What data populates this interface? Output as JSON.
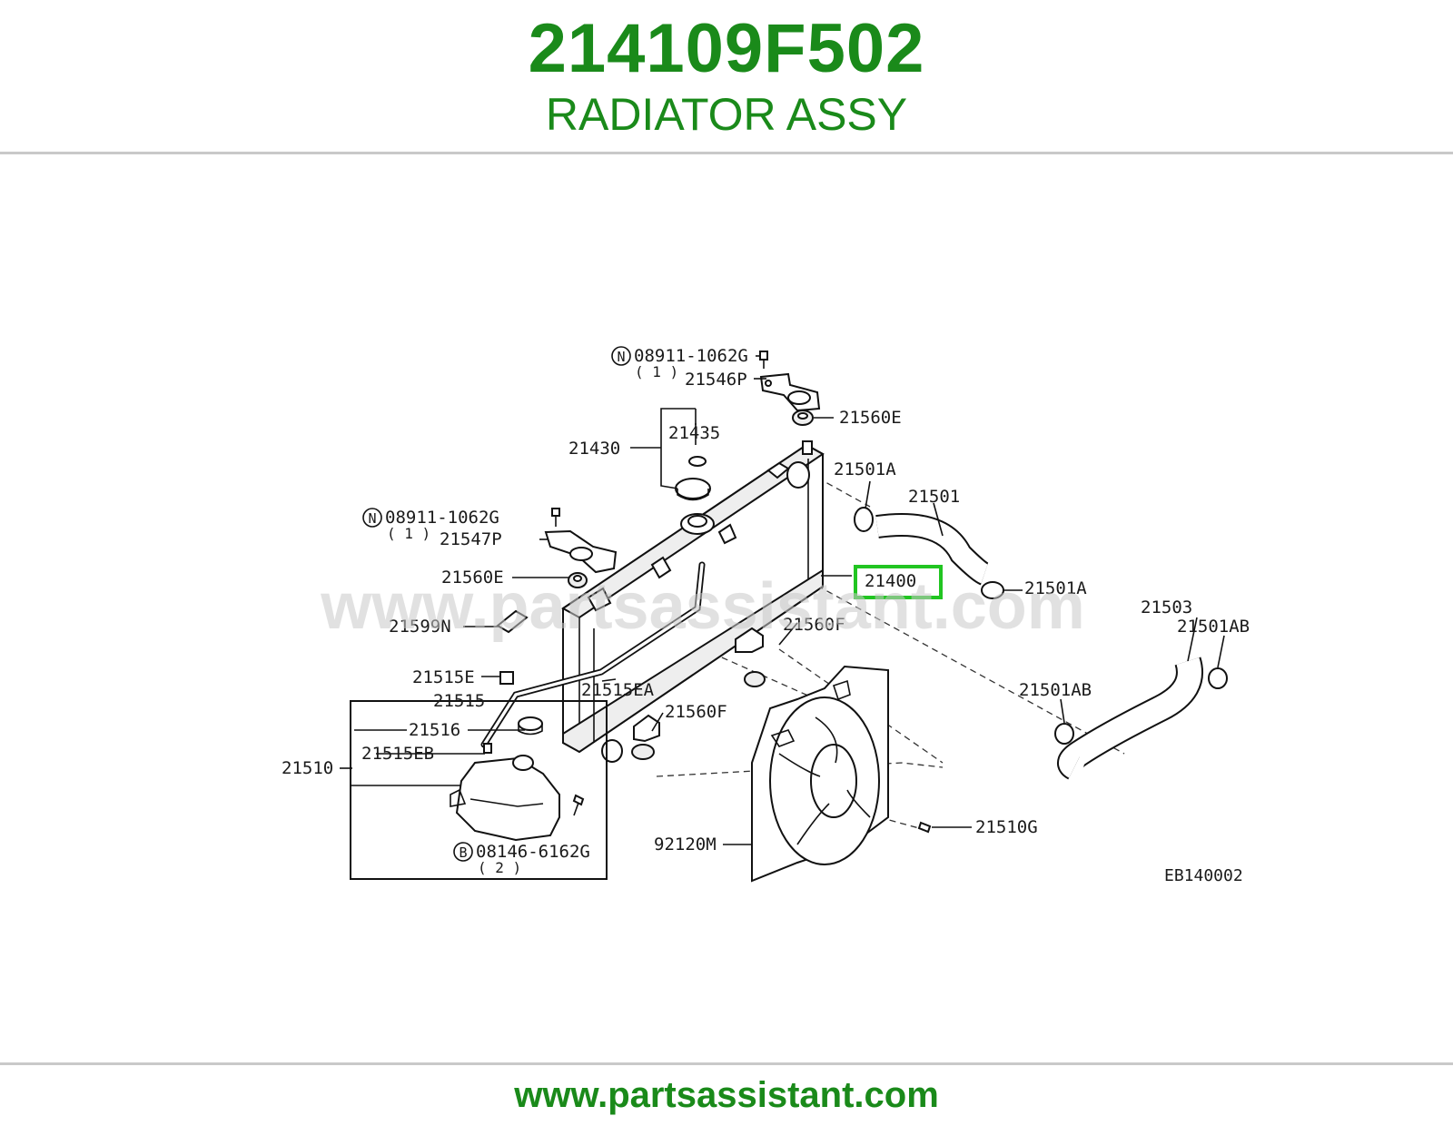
{
  "header": {
    "part_number": "214109F502",
    "part_name": "RADIATOR ASSY"
  },
  "footer": {
    "url": "www.partsassistant.com"
  },
  "colors": {
    "brand_green": "#1a8a1a",
    "highlight": "#21c521",
    "rule_gray": "#c9c9c9"
  },
  "diagram": {
    "watermark": "www.partsassistant.com",
    "ref_code": "EB140002",
    "highlighted_part": "21400",
    "labels": {
      "bolt_top": "08911-1062G",
      "bolt_top_prefix": "N",
      "bolt_top_qty": "( 1 )",
      "bracket_top": "21546P",
      "mount_top": "21560E",
      "cap_assy": "21430",
      "cap": "21435",
      "bolt_left": "08911-1062G",
      "bolt_left_prefix": "N",
      "bolt_left_qty": "( 1 )",
      "bracket_left": "21547P",
      "mount_left": "21560E",
      "seal": "21599N",
      "clip_upper": "21515E",
      "hose_reserve": "21515",
      "reserve_cap": "21516",
      "clip_lower": "21515EB",
      "tank_assy": "21510",
      "bolt_tank": "08146-6162G",
      "bolt_tank_prefix": "B",
      "bolt_tank_qty": "( 2 )",
      "clip_mid": "21515EA",
      "mount_lower_a": "21560F",
      "mount_lower_b": "21560F",
      "radiator": "21400",
      "clamp_upper_a": "21501A",
      "hose_upper": "21501",
      "clamp_upper_b": "21501A",
      "hose_lower": "21503",
      "clamp_lower_a": "21501AB",
      "clamp_lower_b": "21501AB",
      "screw_shroud": "21510G",
      "shroud": "92120M"
    }
  }
}
